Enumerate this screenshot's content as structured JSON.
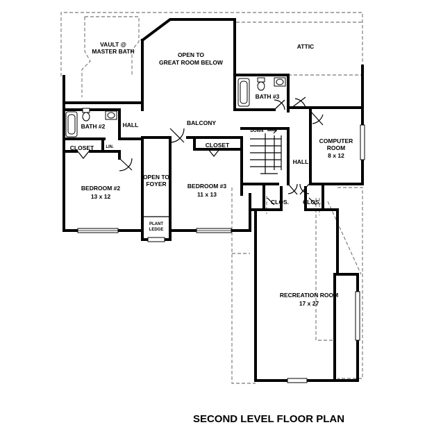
{
  "title": "SECOND LEVEL FLOOR PLAN",
  "rooms": {
    "vault": [
      "VAULT @",
      "MASTER BATH"
    ],
    "open_great": [
      "OPEN TO",
      "GREAT ROOM BELOW"
    ],
    "attic": "ATTIC",
    "bath3": "BATH #3",
    "bath2": "BATH #2",
    "hall_upper": "HALL",
    "balcony": "BALCONY",
    "down": "DOWN",
    "closet_left": "CLOSET",
    "lin": "LIN.",
    "closet_mid": "CLOSET",
    "computer": [
      "COMPUTER",
      "ROOM",
      "8 x 12"
    ],
    "bedroom2": [
      "BEDROOM #2",
      "13 x 12"
    ],
    "open_foyer": [
      "OPEN TO",
      "FOYER"
    ],
    "bedroom3": [
      "BEDROOM #3",
      "11 x 13"
    ],
    "hall_right": "HALL",
    "plant_ledge": [
      "PLANT",
      "LEDGE"
    ],
    "clos_left": "CLOS.",
    "clos_right": "CLOS.",
    "recreation": [
      "RECREATION ROOM",
      "17 x 27"
    ]
  }
}
